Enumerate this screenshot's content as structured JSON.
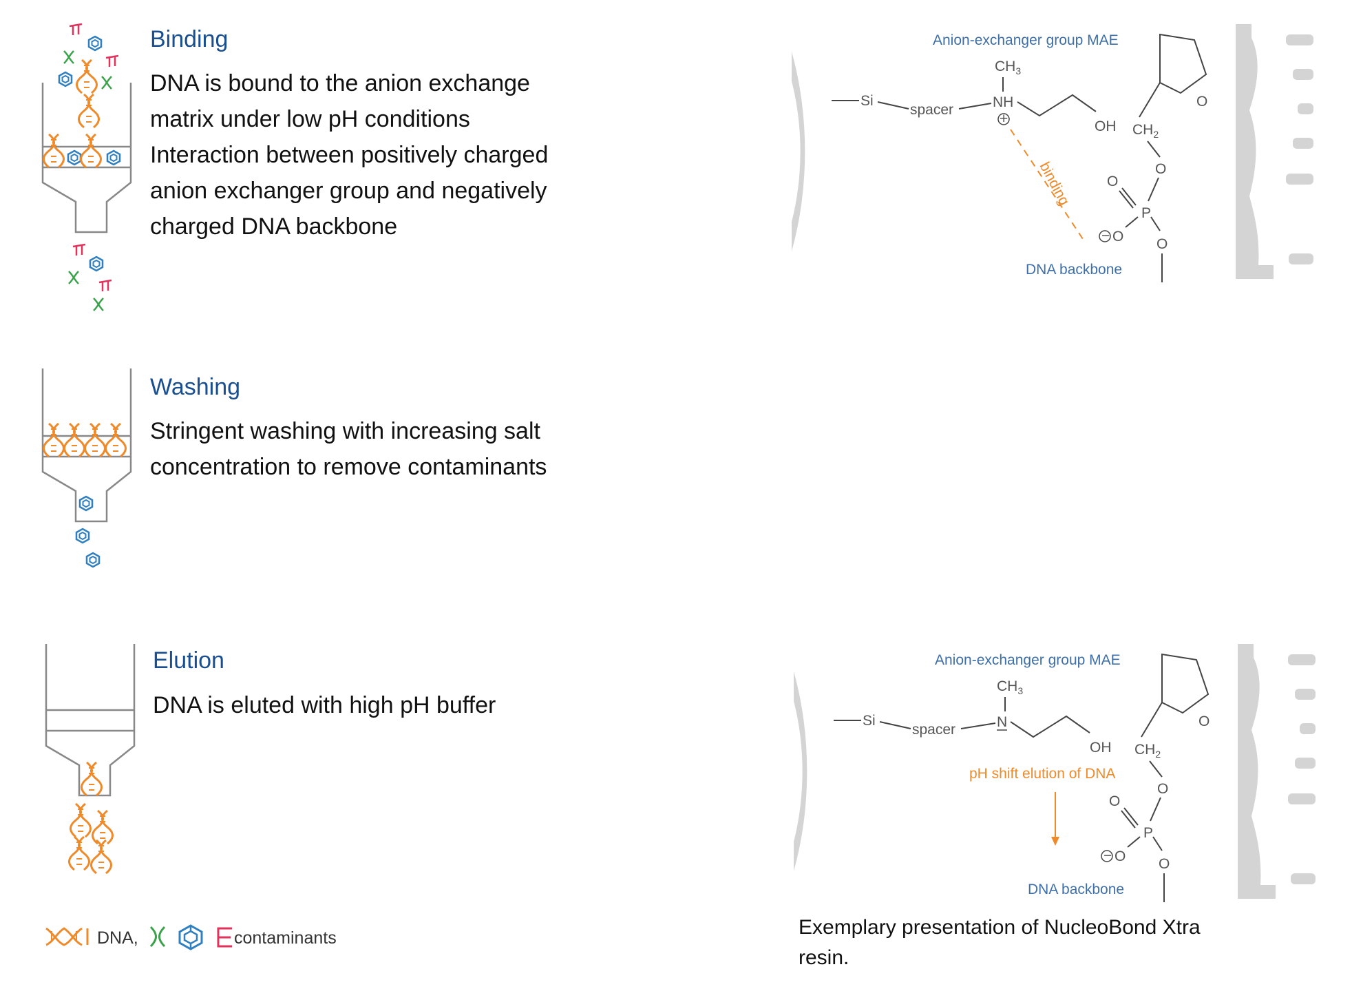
{
  "steps": [
    {
      "title": "Binding",
      "lines": [
        "DNA is bound to the anion exchange",
        "matrix under low pH conditions",
        "Interaction between positively charged",
        "anion exchanger group and negatively",
        "charged DNA backbone"
      ]
    },
    {
      "title": "Washing",
      "lines": [
        "Stringent washing with increasing salt",
        "concentration to remove contaminants"
      ]
    },
    {
      "title": "Elution",
      "lines": [
        "DNA is eluted with high pH buffer"
      ]
    }
  ],
  "chem_binding": {
    "group_label": "Anion-exchanger group MAE",
    "si": "Si",
    "spacer": "spacer",
    "ch3": "CH",
    "ch3_sub": "3",
    "nh": "NH",
    "plus": "+",
    "oh": "OH",
    "ch2": "CH",
    "ch2_sub": "2",
    "o": "O",
    "p": "P",
    "minus": "−",
    "binding": "binding",
    "backbone_label": "DNA backbone"
  },
  "chem_elution": {
    "group_label": "Anion-exchanger group MAE",
    "si": "Si",
    "spacer": "spacer",
    "ch3": "CH",
    "ch3_sub": "3",
    "n": "N",
    "oh": "OH",
    "ch2": "CH",
    "ch2_sub": "2",
    "o": "O",
    "p": "P",
    "minus": "−",
    "shift_label": "pH shift elution of DNA",
    "backbone_label": "DNA backbone"
  },
  "caption": {
    "lines": [
      "Exemplary presentation of NucleoBond Xtra",
      "resin."
    ]
  },
  "legend": {
    "dna": "DNA,",
    "contaminants": "contaminants"
  },
  "colors": {
    "heading_blue": "#1a4f8f",
    "dna_orange": "#ee8a2a",
    "contaminant_green": "#3aa24a",
    "contaminant_blue": "#2f7fc1",
    "contaminant_red": "#e0335c",
    "resin_gray": "#d4d4d4"
  }
}
